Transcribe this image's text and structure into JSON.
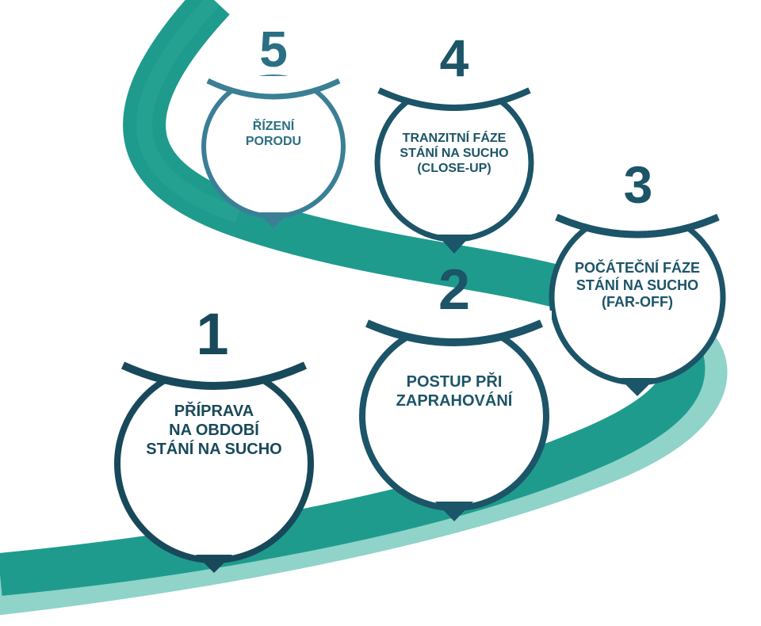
{
  "colors": {
    "road_main": "#1f9b8d",
    "road_shadow": "#8fd3c9",
    "navy_dark": "#18495a",
    "navy": "#1c5468",
    "teal_mid": "#2a6f83",
    "steel_blue": "#3a7f95",
    "white": "#ffffff"
  },
  "steps": [
    {
      "number": "1",
      "lines": [
        "PŘÍPRAVA",
        "NA OBDOBÍ",
        "STÁNÍ NA SUCHO"
      ]
    },
    {
      "number": "2",
      "lines": [
        "POSTUP PŘI",
        "ZAPRAHOVÁNÍ"
      ]
    },
    {
      "number": "3",
      "lines": [
        "POČÁTEČNÍ FÁZE",
        "STÁNÍ NA SUCHO",
        "(FAR-OFF)"
      ]
    },
    {
      "number": "4",
      "lines": [
        "TRANZITNÍ FÁZE",
        "STÁNÍ NA SUCHO",
        "(CLOSE-UP)"
      ]
    },
    {
      "number": "5",
      "lines": [
        "ŘÍZENÍ",
        "PORODU"
      ]
    }
  ]
}
